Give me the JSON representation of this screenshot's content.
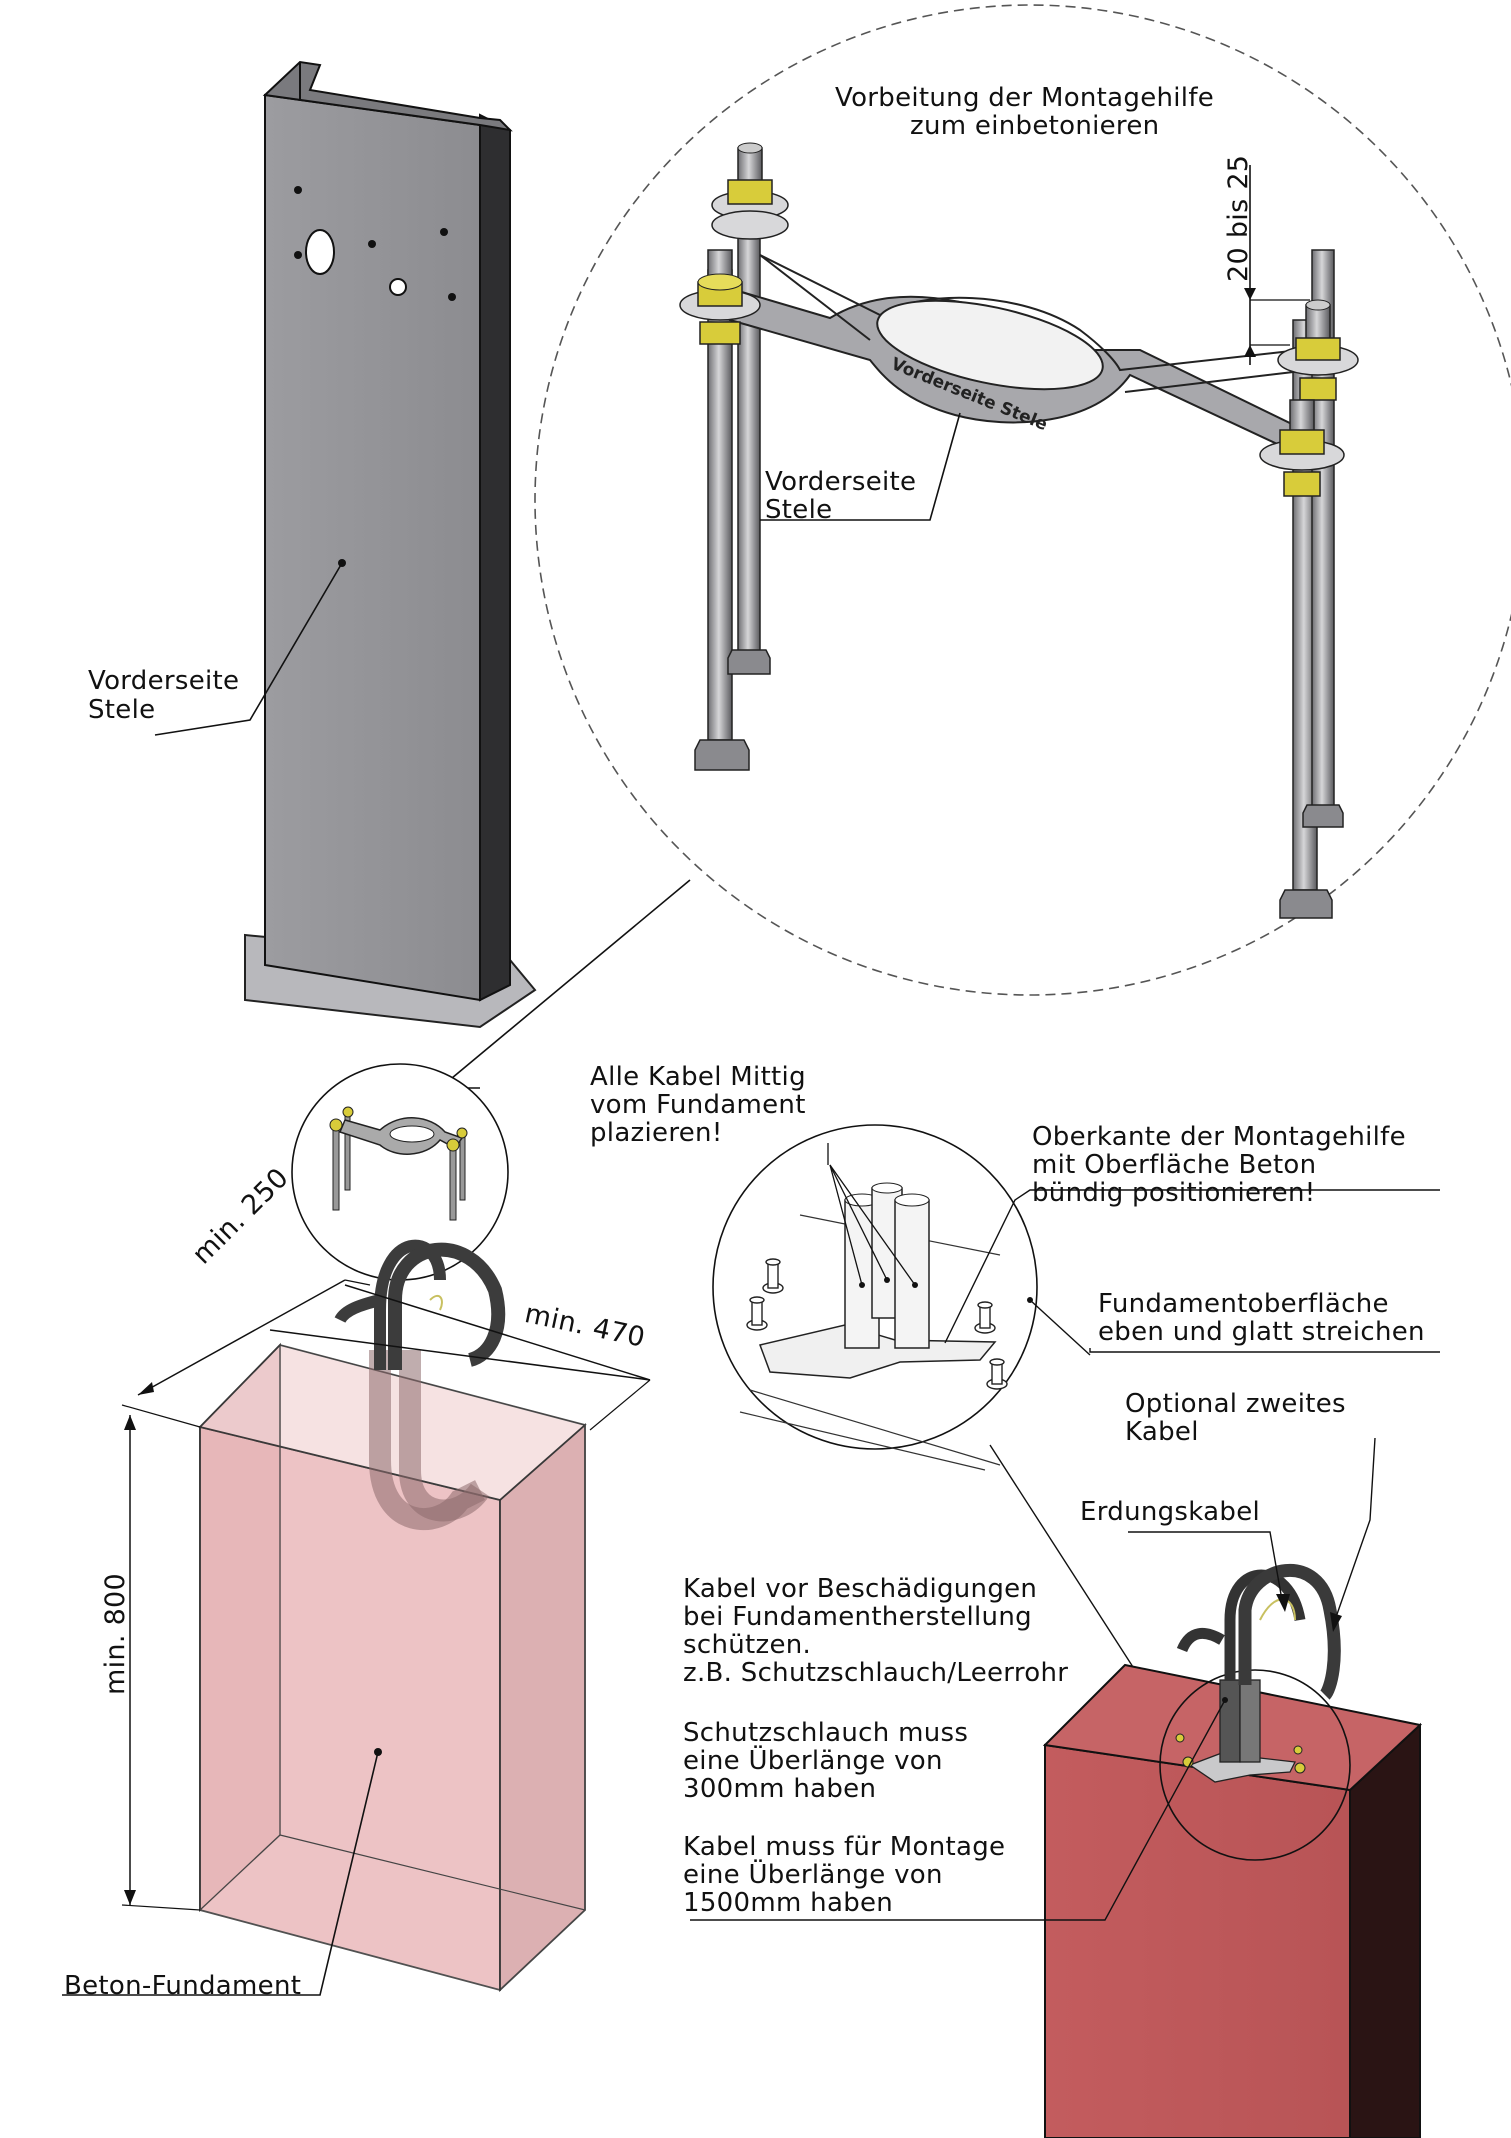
{
  "labels": {
    "prep_title_1": "Vorbeitung der Montagehilfe",
    "prep_title_2": "zum einbetonieren",
    "dim_20_25": "20 bis 25",
    "front_stele_mount_1": "Vorderseite",
    "front_stele_mount_2": "Stele",
    "front_stele_post_1": "Vorderseite",
    "front_stele_post_2": "Stele",
    "plate_engraving": "Vorderseite Stele",
    "cables_center_1": "Alle Kabel Mittig",
    "cables_center_2": "vom Fundament",
    "cables_center_3": "plazieren!",
    "top_edge_1": "Oberkante der Montagehilfe",
    "top_edge_2": "mit Oberfläche Beton",
    "top_edge_3": "bündig positionieren!",
    "surface_1": "Fundamentoberfläche",
    "surface_2": "eben und glatt streichen",
    "optional_1": "Optional zweites",
    "optional_2": "Kabel",
    "ground_cable": "Erdungskabel",
    "protect_1": "Kabel vor Beschädigungen",
    "protect_2": "bei Fundamentherstellung",
    "protect_3": "schützen.",
    "protect_4": "z.B. Schutzschlauch/Leerrohr",
    "hose_1": "Schutzschlauch muss",
    "hose_2": "eine Überlänge von",
    "hose_3": "300mm haben",
    "cable_len_1": "Kabel muss für Montage",
    "cable_len_2": "eine Überlänge von",
    "cable_len_3": "1500mm haben",
    "foundation": "Beton-Fundament",
    "dim_250": "min. 250",
    "dim_470": "min. 470",
    "dim_800": "min. 800"
  },
  "colors": {
    "steel": "#9a9a9e",
    "steel_dark": "#3a3a3c",
    "nut": "#d8cc3a",
    "concrete_light": "#e8b3b5",
    "concrete_solid": "#c0595b",
    "concrete_dark": "#2a1414",
    "cable": "#3c3c3c"
  }
}
